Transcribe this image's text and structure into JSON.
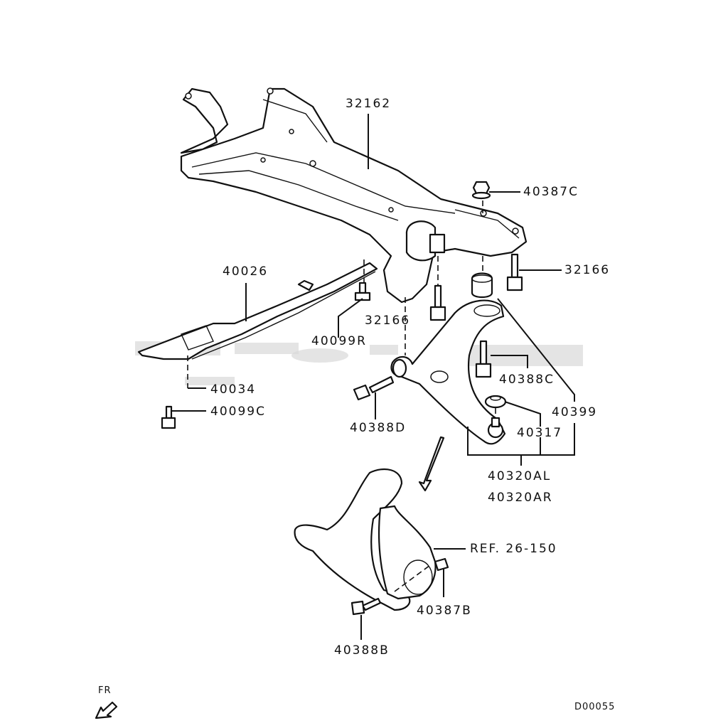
{
  "diagram": {
    "title": "Front suspension crossmember and lower arm exploded view",
    "diagram_code": "D00055",
    "direction_indicator": "FR",
    "parts": [
      {
        "id": "32162",
        "label": "32162",
        "description": "front crossmember"
      },
      {
        "id": "40387C",
        "label": "40387C",
        "description": "flange nut"
      },
      {
        "id": "32166a",
        "label": "32166",
        "description": "crossmember bolt (right)"
      },
      {
        "id": "32166b",
        "label": "32166",
        "description": "crossmember bolt (center)"
      },
      {
        "id": "40026",
        "label": "40026",
        "description": "crossmember bar"
      },
      {
        "id": "40099R",
        "label": "40099R",
        "description": "bolt"
      },
      {
        "id": "40034",
        "label": "40034",
        "description": "bar"
      },
      {
        "id": "40099C",
        "label": "40099C",
        "description": "bolt"
      },
      {
        "id": "40388D",
        "label": "40388D",
        "description": "bolt"
      },
      {
        "id": "40388C",
        "label": "40388C",
        "description": "bolt"
      },
      {
        "id": "40399",
        "label": "40399",
        "description": "bushing"
      },
      {
        "id": "40317",
        "label": "40317",
        "description": "ball joint dust cover"
      },
      {
        "id": "40320AL",
        "label": "40320AL",
        "description": "lower arm assembly LH"
      },
      {
        "id": "40320AR",
        "label": "40320AR",
        "description": "lower arm assembly RH"
      },
      {
        "id": "REF26150",
        "label": "REF. 26-150",
        "description": "knuckle reference"
      },
      {
        "id": "40387B",
        "label": "40387B",
        "description": "nut"
      },
      {
        "id": "40388B",
        "label": "40388B",
        "description": "bolt"
      }
    ]
  }
}
